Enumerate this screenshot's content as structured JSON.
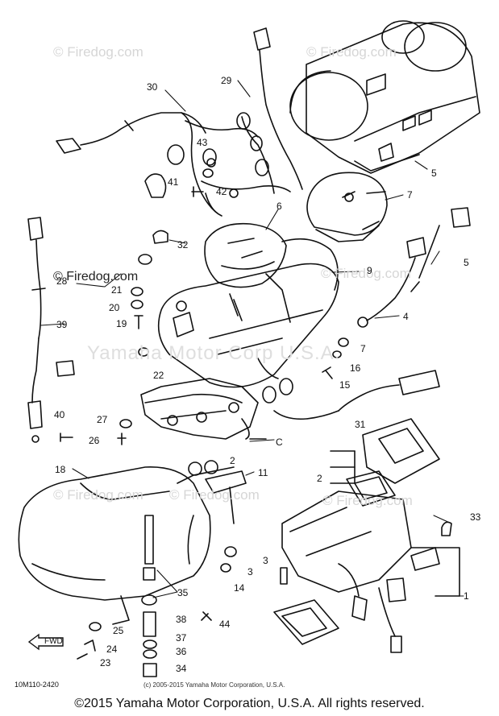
{
  "watermarks": {
    "firedog_1": "© Firedog.com",
    "firedog_2": "© Firedog.com",
    "firedog_3": "© Firedog.com",
    "firedog_4": "© Firedog.com",
    "firedog_5": "© Firedog.com",
    "firedog_6": "© Firedog.com",
    "firedog_dark": "© Firedog.com",
    "yamaha_center": "Yamaha Motor Corp U.S.A."
  },
  "part_labels": [
    "30",
    "29",
    "5",
    "43",
    "41",
    "42",
    "7",
    "6",
    "32",
    "5",
    "9",
    "28",
    "21",
    "20",
    "19",
    "4",
    "39",
    "22",
    "7",
    "16",
    "15",
    "31",
    "40",
    "27",
    "26",
    "C",
    "2",
    "11",
    "18",
    "2",
    "33",
    "3",
    "3",
    "14",
    "35",
    "38",
    "44",
    "25",
    "24",
    "37",
    "36",
    "23",
    "34",
    "1"
  ],
  "fwd_label": "FWD",
  "drawing_code": "10M110-2420",
  "small_copyright": "(c) 2005-2015 Yamaha Motor Corporation, U.S.A.",
  "footer": "©2015 Yamaha Motor Corporation, U.S.A. All rights reserved."
}
